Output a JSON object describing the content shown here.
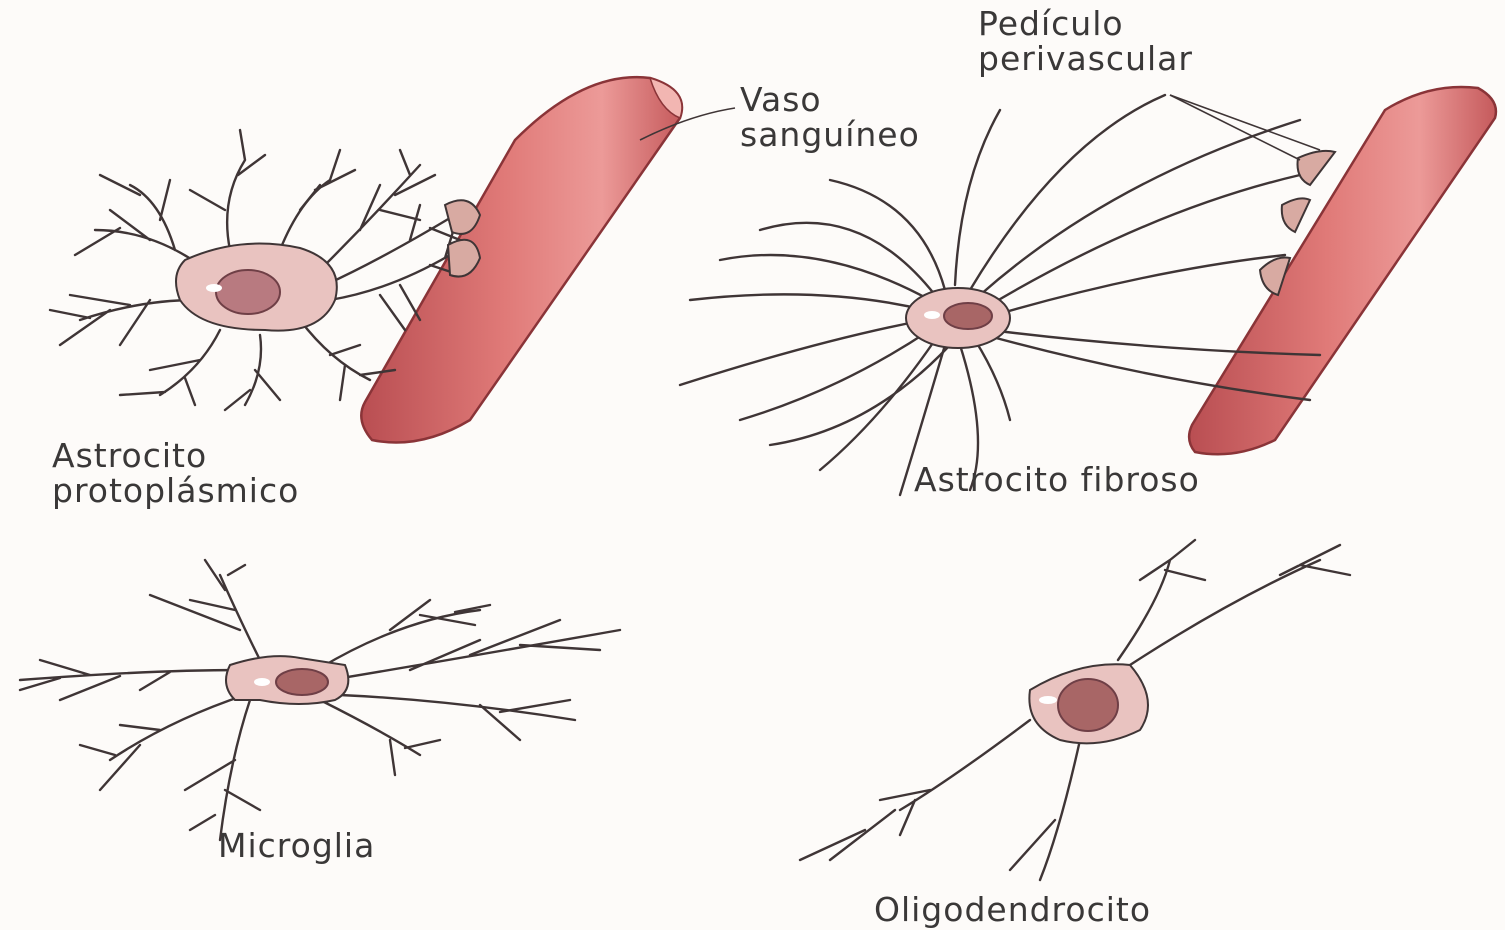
{
  "labels": {
    "vaso_1": "Vaso",
    "vaso_2": "sanguíneo",
    "pedi_1": "Pedículo",
    "pedi_2": "perivascular",
    "proto_1": "Astrocito",
    "proto_2": "protoplásmico",
    "fibro": "Astrocito fibroso",
    "micro": "Microglia",
    "oligo": "Oligodendrocito"
  },
  "colors": {
    "background": "#fdfbf9",
    "vessel": "#d96a6a",
    "vessel_shade": "#b94e52",
    "vessel_light": "#ec9a98",
    "cytoplasm": "#e9c3c0",
    "nucleus": "#b87a80",
    "nucleus_edge": "#6f3f46",
    "outline": "#3f3536",
    "endfoot": "#d8aaa2"
  }
}
